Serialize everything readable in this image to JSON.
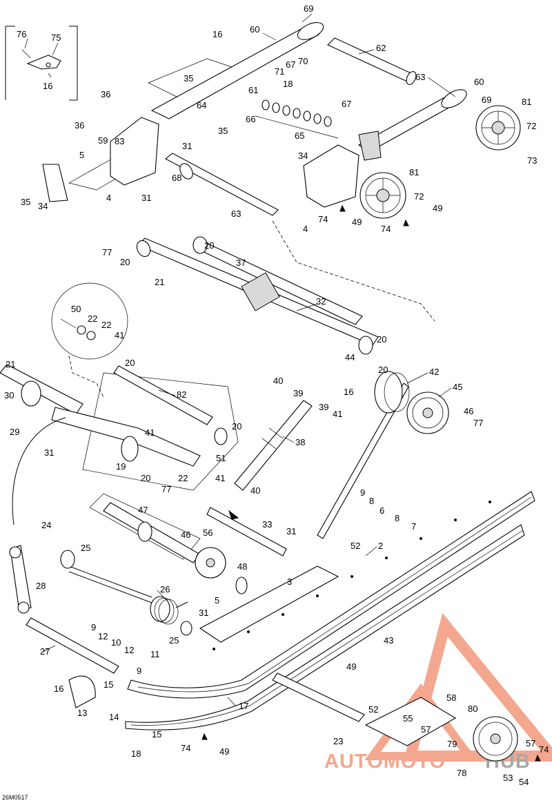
{
  "drawing_code": "26M0517",
  "watermark": {
    "text_a": "AUTOMOTO",
    "text_b": "HUB",
    "color_primary": "#f08a6a",
    "color_secondary": "#9a9a9a"
  },
  "callouts": {
    "c76": "76",
    "c75": "75",
    "c16a": "16",
    "c69a": "69",
    "c60a": "60",
    "c16b": "16",
    "c62": "62",
    "c71": "71",
    "c67a": "67",
    "c70": "70",
    "c35a": "35",
    "c61": "61",
    "c18a": "18",
    "c63a": "63",
    "c60b": "60",
    "c69b": "69",
    "c81a": "81",
    "c36a": "36",
    "c64": "64",
    "c66": "66",
    "c67b": "67",
    "c72a": "72",
    "c36b": "36",
    "c59": "59",
    "c83": "83",
    "c31a": "31",
    "c35b": "35",
    "c65": "65",
    "c73": "73",
    "c5a": "5",
    "c34a": "34",
    "c81b": "81",
    "c68": "68",
    "c72b": "72",
    "c35c": "35",
    "c34b": "34",
    "c4a": "4",
    "c31b": "31",
    "c49a": "49",
    "c74a": "74",
    "c49b": "49",
    "c63b": "63",
    "c4b": "4",
    "c74b": "74",
    "c77a": "77",
    "c20a": "20",
    "c37": "37",
    "c20b": "20",
    "c21a": "21",
    "c32": "32",
    "c50": "50",
    "c22a": "22",
    "c22b": "22",
    "c41a": "41",
    "c20c": "20",
    "c21b": "21",
    "c44": "44",
    "c20d": "20",
    "c20e": "20",
    "c42": "42",
    "c40a": "40",
    "c39a": "39",
    "c16c": "16",
    "c45": "45",
    "c82": "82",
    "c30": "30",
    "c39b": "39",
    "c41b": "41",
    "c46a": "46",
    "c77b": "77",
    "c29": "29",
    "c20f": "20",
    "c41c": "41",
    "c31c": "31",
    "c38": "38",
    "c51": "51",
    "c19": "19",
    "c20g": "20",
    "c22c": "22",
    "c41d": "41",
    "c77c": "77",
    "c40b": "40",
    "c9a": "9",
    "c8a": "8",
    "c6": "6",
    "c8b": "8",
    "c7": "7",
    "c47": "47",
    "c24": "24",
    "c56": "56",
    "c33": "33",
    "c31d": "31",
    "c46b": "46",
    "c25a": "25",
    "c52a": "52",
    "c2": "2",
    "c48": "48",
    "c3": "3",
    "c28": "28",
    "c26": "26",
    "c5b": "5",
    "c31e": "31",
    "c9b": "9",
    "c12a": "12",
    "c10": "10",
    "c12b": "12",
    "c11": "11",
    "c25b": "25",
    "c43": "43",
    "c49c": "49",
    "c27": "27",
    "c9c": "9",
    "c16d": "16",
    "c15a": "15",
    "c58": "58",
    "c13": "13",
    "c14": "14",
    "c17": "17",
    "c52b": "52",
    "c55": "55",
    "c80": "80",
    "c15b": "15",
    "c57a": "57",
    "c74c": "74",
    "c49d": "49",
    "c23": "23",
    "c79": "79",
    "c57b": "57",
    "c74d": "74",
    "c18b": "18",
    "c78": "78",
    "c53": "53",
    "c54": "54"
  }
}
